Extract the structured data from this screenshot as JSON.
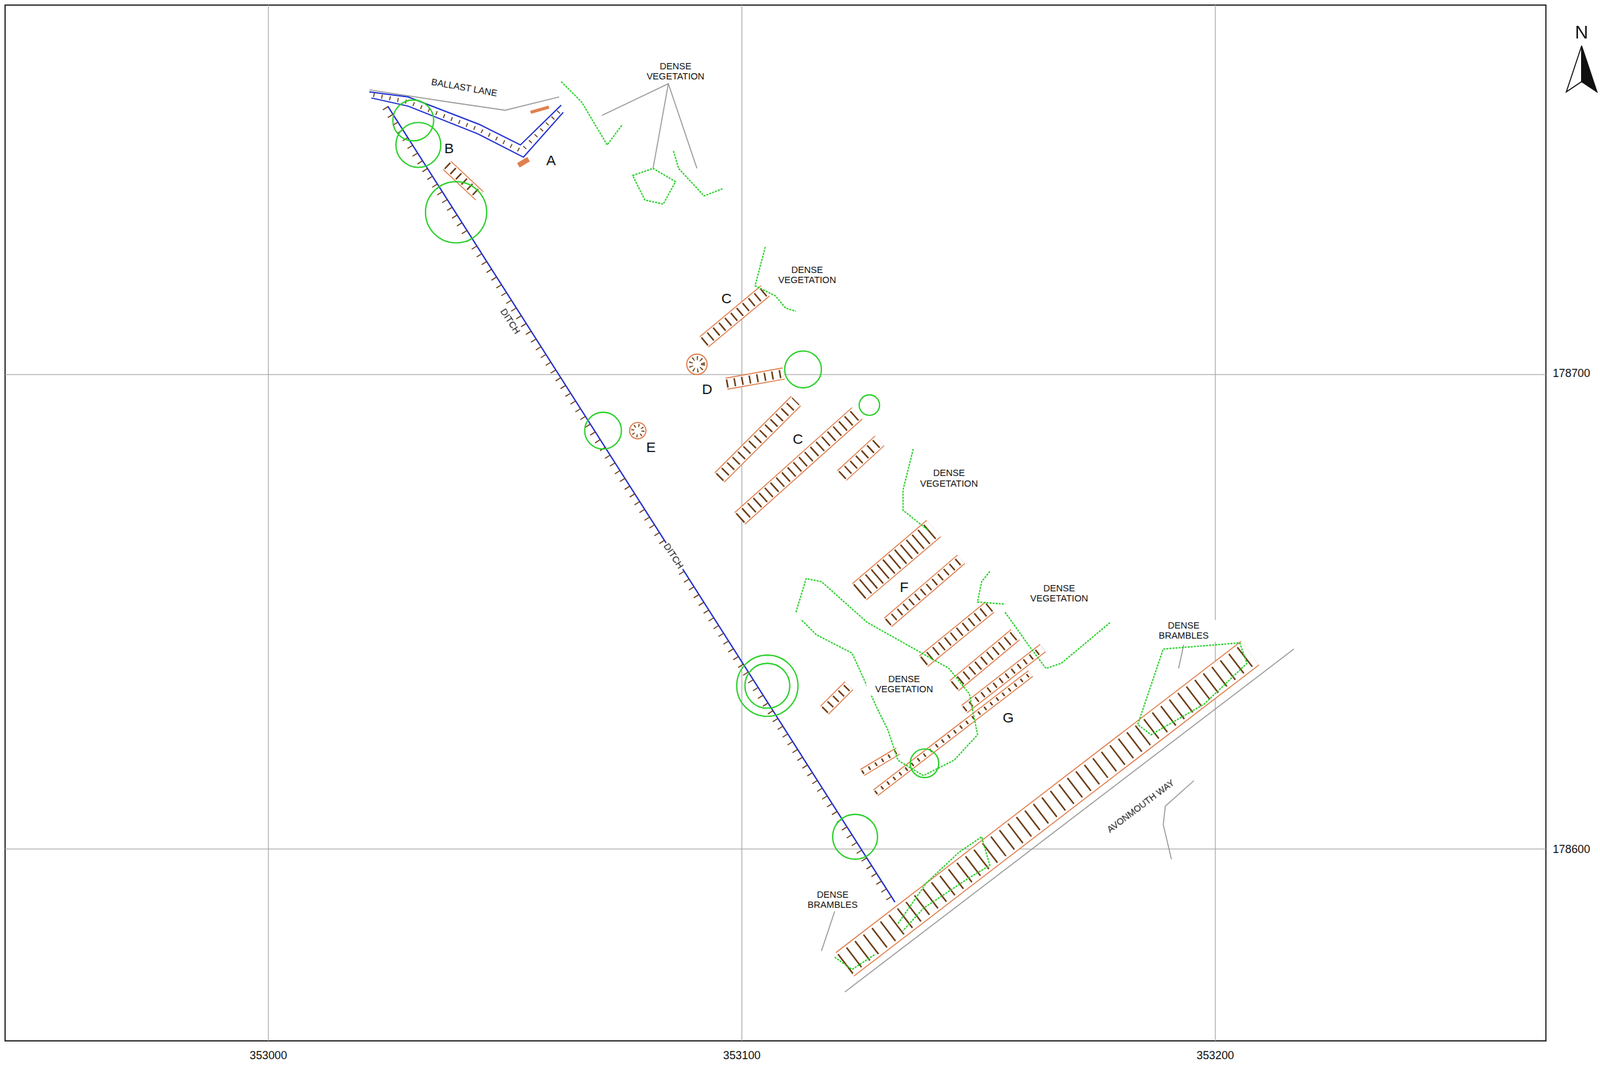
{
  "diagram": {
    "labels": [
      "N",
      "BALLAST LANE",
      "DENSE VEGETATION",
      "A",
      "B",
      "DENSE VEGETATION",
      "C",
      "D",
      "C",
      "E",
      "DITCH",
      "DENSE VEGETATION",
      "F",
      "DITCH",
      "DENSE VEGETATION",
      "DENSE BRAMBLES",
      "DENSE VEGETATION",
      "G",
      "AVONMOUTH WAY",
      "DENSE BRAMBLES",
      "178700",
      "178600",
      "353000",
      "353100",
      "353200"
    ]
  }
}
